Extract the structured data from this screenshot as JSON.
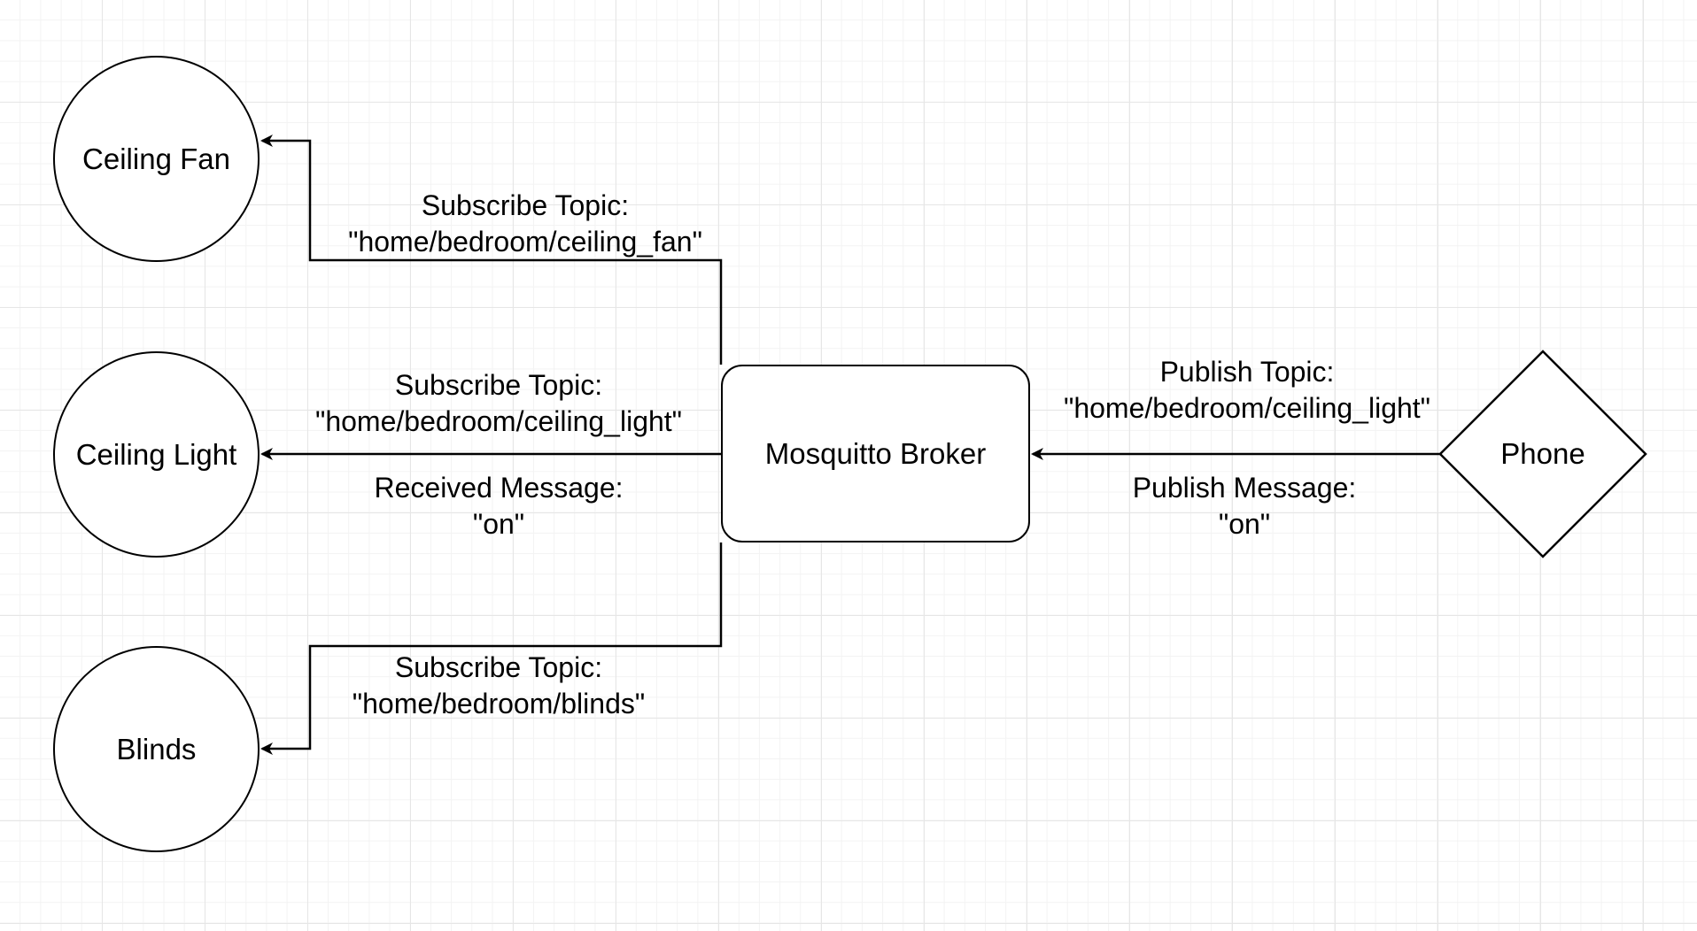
{
  "nodes": {
    "ceiling_fan": "Ceiling Fan",
    "ceiling_light": "Ceiling Light",
    "blinds": "Blinds",
    "broker": "Mosquitto Broker",
    "phone": "Phone"
  },
  "edges": {
    "fan": {
      "line1": "Subscribe Topic:",
      "line2": "\"home/bedroom/ceiling_fan\""
    },
    "light": {
      "line1": "Subscribe Topic:",
      "line2": "\"home/bedroom/ceiling_light\"",
      "message_line1": "Received Message:",
      "message_line2": "\"on\""
    },
    "blinds": {
      "line1": "Subscribe Topic:",
      "line2": "\"home/bedroom/blinds\""
    },
    "phone": {
      "line1": "Publish Topic:",
      "line2": "\"home/bedroom/ceiling_light\"",
      "message_line1": "Publish Message:",
      "message_line2": "\"on\""
    }
  }
}
